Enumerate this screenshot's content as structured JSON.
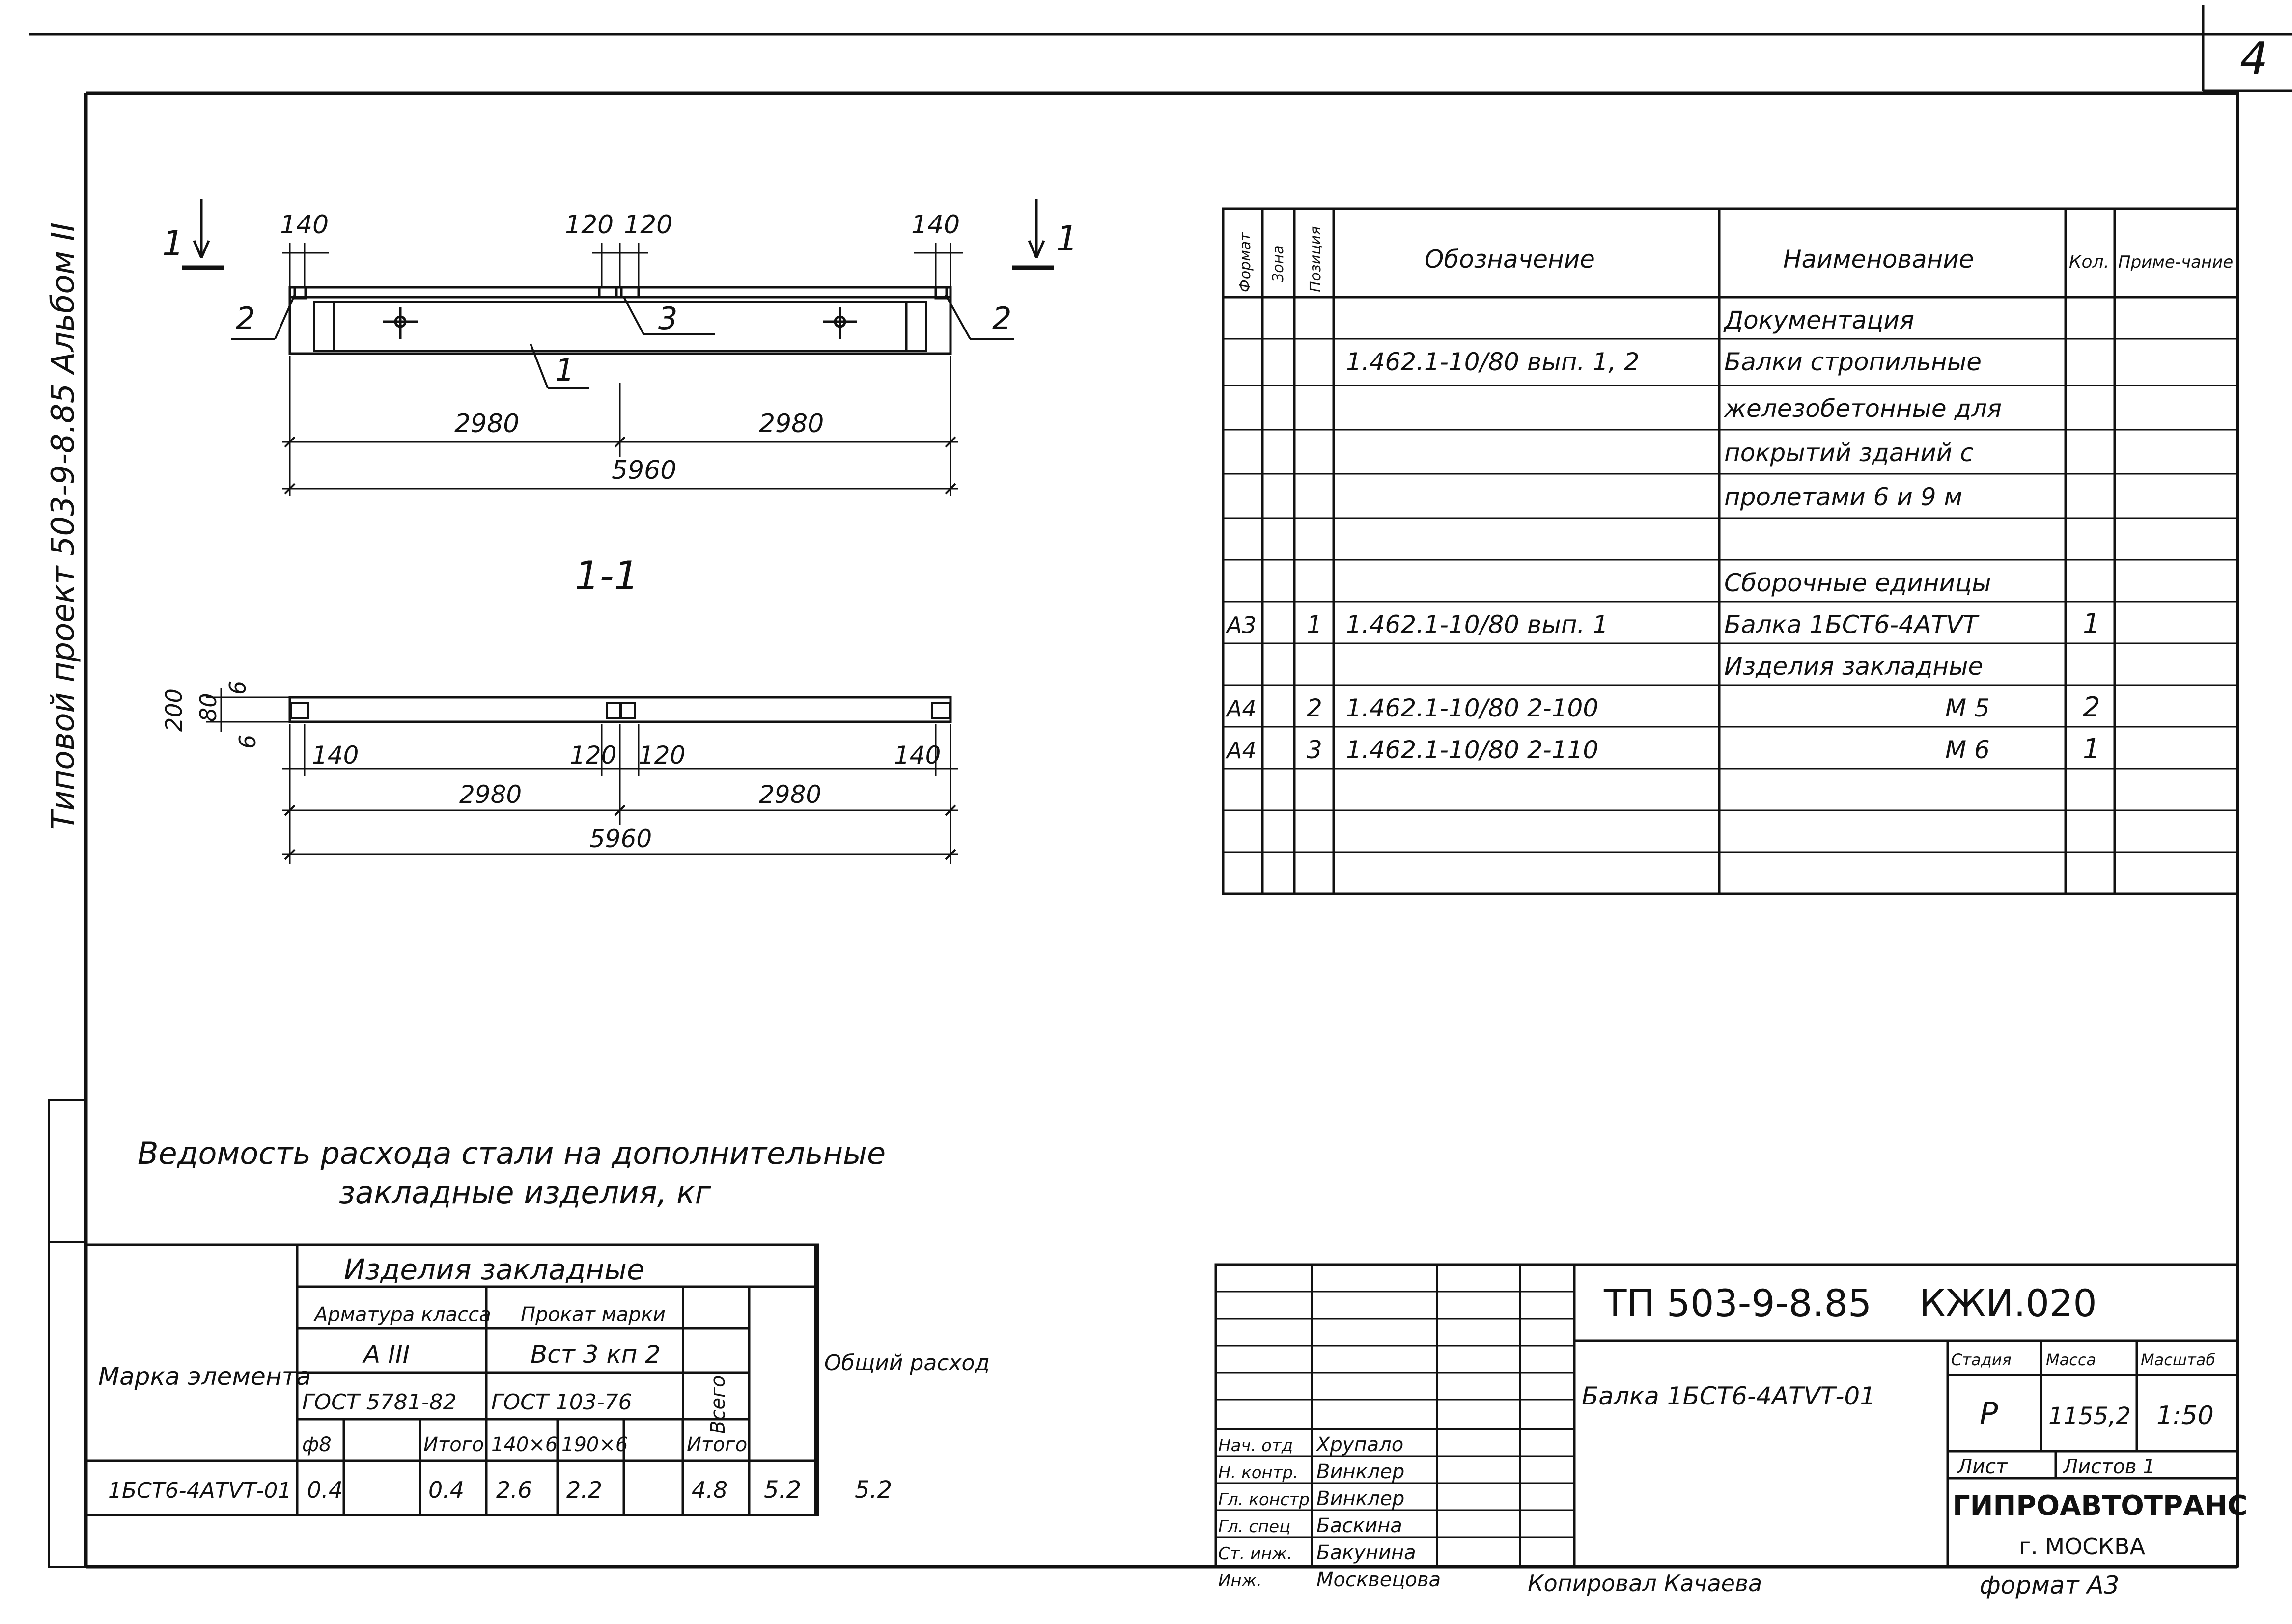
{
  "sheet_number": "4",
  "side_label": "Типовой проект 503-9-8.85   Альбом II",
  "drawing": {
    "dims_top": [
      "140",
      "120",
      "120",
      "140"
    ],
    "span_half": [
      "2980",
      "2980"
    ],
    "span_total": "5960",
    "callouts": [
      "1",
      "2",
      "2",
      "3"
    ],
    "section_marks": [
      "1",
      "1"
    ],
    "section_title": "1-1",
    "plan_dims_side": [
      "200",
      "80",
      "6",
      "6"
    ],
    "plan_dims_top": [
      "140",
      "120",
      "120",
      "140"
    ],
    "plan_span_half": [
      "2980",
      "2980"
    ],
    "plan_span_total": "5960"
  },
  "spec": {
    "headers": [
      "Формат",
      "Зона",
      "Позиция",
      "Обозначение",
      "Наименование",
      "Кол.",
      "Приме-чание"
    ],
    "rows": [
      {
        "fmt": "",
        "zone": "",
        "pos": "",
        "des": "",
        "name": "Документация",
        "qty": "",
        "note": ""
      },
      {
        "fmt": "",
        "zone": "",
        "pos": "",
        "des": "1.462.1-10/80 вып. 1, 2",
        "name": "Балки стропильные",
        "qty": "",
        "note": ""
      },
      {
        "fmt": "",
        "zone": "",
        "pos": "",
        "des": "",
        "name": "железобетонные для",
        "qty": "",
        "note": ""
      },
      {
        "fmt": "",
        "zone": "",
        "pos": "",
        "des": "",
        "name": "покрытий зданий с",
        "qty": "",
        "note": ""
      },
      {
        "fmt": "",
        "zone": "",
        "pos": "",
        "des": "",
        "name": "пролетами 6 и 9 м",
        "qty": "",
        "note": ""
      },
      {
        "fmt": "",
        "zone": "",
        "pos": "",
        "des": "",
        "name": "",
        "qty": "",
        "note": ""
      },
      {
        "fmt": "",
        "zone": "",
        "pos": "",
        "des": "",
        "name": "Сборочные единицы",
        "qty": "",
        "note": ""
      },
      {
        "fmt": "А3",
        "zone": "",
        "pos": "1",
        "des": "1.462.1-10/80 вып. 1",
        "name": "Балка 1БСТ6-4АТVТ",
        "qty": "1",
        "note": ""
      },
      {
        "fmt": "",
        "zone": "",
        "pos": "",
        "des": "",
        "name": "Изделия закладные",
        "qty": "",
        "note": ""
      },
      {
        "fmt": "А4",
        "zone": "",
        "pos": "2",
        "des": "1.462.1-10/80 2-100",
        "name": "М 5",
        "qty": "2",
        "note": ""
      },
      {
        "fmt": "А4",
        "zone": "",
        "pos": "3",
        "des": "1.462.1-10/80 2-110",
        "name": "М 6",
        "qty": "1",
        "note": ""
      },
      {
        "fmt": "",
        "zone": "",
        "pos": "",
        "des": "",
        "name": "",
        "qty": "",
        "note": ""
      },
      {
        "fmt": "",
        "zone": "",
        "pos": "",
        "des": "",
        "name": "",
        "qty": "",
        "note": ""
      }
    ]
  },
  "steel": {
    "caption_line1": "Ведомость расхода стали на дополнительные",
    "caption_line2": "закладные изделия, кг",
    "h_group": "Изделия закладные",
    "h_rebar": "Арматура класса",
    "h_rolled": "Прокат марки",
    "h_rebar_class": "А III",
    "h_rolled_grade": "Вст 3 кп 2",
    "h_rebar_gost": "ГОСТ 5781-82",
    "h_rolled_gost": "ГОСТ 103-76",
    "h_mark": "Марка элемента",
    "h_total": "Всего",
    "h_overall": "Общий расход",
    "sub": [
      "ф8",
      "",
      "Итого",
      "140×6",
      "190×6",
      "",
      "Итого"
    ],
    "row": {
      "mark": "1БСТ6-4АТVТ-01",
      "cells": [
        "0.4",
        "",
        "0.4",
        "2.6",
        "2.2",
        "",
        "4.8"
      ],
      "total": "5.2",
      "overall": "5.2"
    }
  },
  "stamp": {
    "code": "ТП 503-9-8.85    КЖИ.020",
    "title": "Балка 1БСТ6-4АТVТ-01",
    "stage_label": "Стадия",
    "mass_label": "Масса",
    "scale_label": "Масштаб",
    "stage": "Р",
    "mass": "1155,2",
    "scale": "1:50",
    "sheet_label": "Лист",
    "sheets_label": "Листов 1",
    "org": "ГИПРОАВТОТРАНС",
    "city": "г. МОСКВА",
    "people": [
      {
        "role": "Нач. отд",
        "name": "Хрупало"
      },
      {
        "role": "Н. контр.",
        "name": "Винклер"
      },
      {
        "role": "Гл. констр",
        "name": "Винклер"
      },
      {
        "role": "Гл. спец",
        "name": "Баскина"
      },
      {
        "role": "Ст. инж.",
        "name": "Бакунина"
      },
      {
        "role": "Инж.",
        "name": "Москвецова"
      }
    ]
  },
  "footer": {
    "copied": "Копировал Качаева",
    "format": "формат А3"
  }
}
